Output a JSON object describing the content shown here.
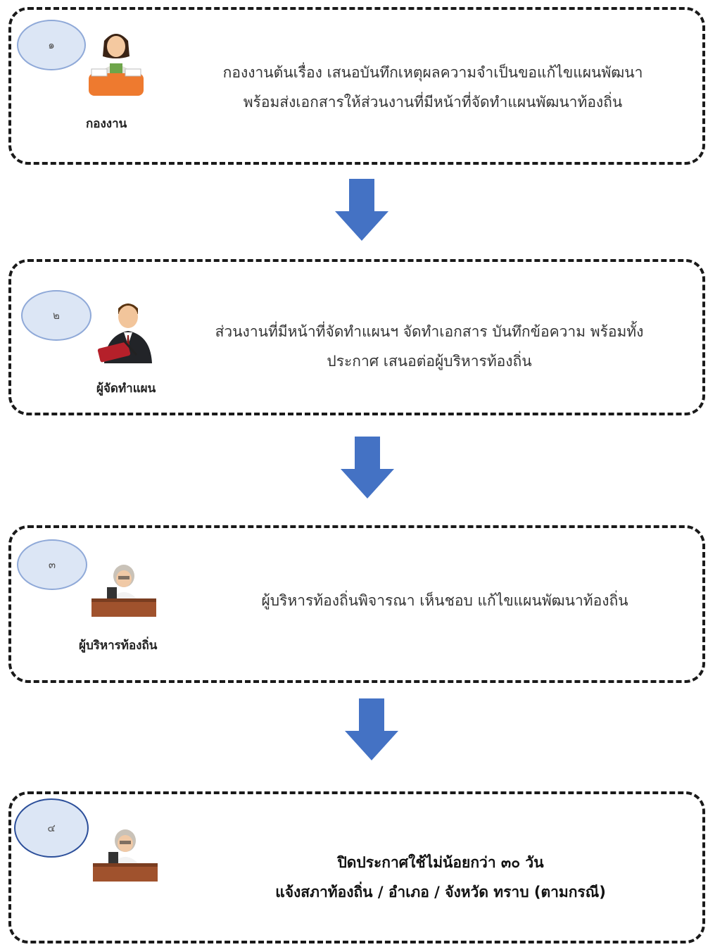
{
  "colors": {
    "arrow": "#4472c4",
    "border": "#1a1a1a",
    "badge_fill": "#dce6f5",
    "badge_stroke": "#8fa9d8"
  },
  "steps": [
    {
      "number": "๑",
      "role": "กองงาน",
      "icon": "woman-at-desk-icon",
      "lines": [
        "กองงานต้นเรื่อง เสนอบันทึกเหตุผลความจำเป็นขอแก้ไขแผนพัฒนา",
        "พร้อมส่งเอกสารให้ส่วนงานที่มีหน้าที่จัดทำแผนพัฒนาท้องถิ่น"
      ]
    },
    {
      "number": "๒",
      "role": "ผู้จัดทำแผน",
      "icon": "man-writing-icon",
      "lines": [
        "ส่วนงานที่มีหน้าที่จัดทำแผนฯ จัดทำเอกสาร บันทึกข้อความ พร้อมทั้ง",
        "ประกาศ เสนอต่อผู้บริหารท้องถิ่น"
      ]
    },
    {
      "number": "๓",
      "role": "ผู้บริหารท้องถิ่น",
      "icon": "executive-at-desk-icon",
      "lines": [
        "ผู้บริหารท้องถิ่นพิจารณา เห็นชอบ แก้ไขแผนพัฒนาท้องถิ่น"
      ]
    },
    {
      "number": "๔",
      "role": "",
      "icon": "executive-at-desk-icon",
      "lines": [
        "ปิดประกาศใช้ไม่น้อยกว่า ๓๐ วัน",
        "แจ้งสภาท้องถิ่น / อำเภอ / จังหวัด ทราบ (ตามกรณี)"
      ]
    }
  ]
}
